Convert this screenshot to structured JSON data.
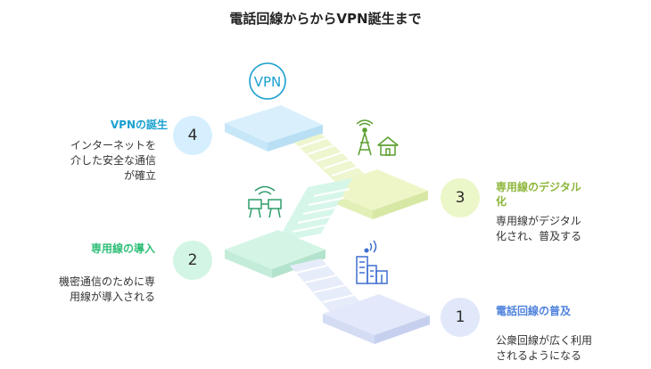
{
  "title": "電話回線からからVPN誕生まで",
  "colors": {
    "step1": "#4f83dc",
    "step2": "#2fbf78",
    "step3": "#8db63a",
    "step4": "#1aa0d0"
  },
  "icons": {
    "step1": "city-buildings-signal-icon",
    "step2": "connected-computers-icon",
    "step3": "antenna-tower-home-icon",
    "step4": "vpn-badge-icon"
  },
  "vpn_badge": "VPN",
  "steps": [
    {
      "number": "1",
      "title": "電話回線の普及",
      "desc": "公衆回線が広く利用\nされるようになる"
    },
    {
      "number": "2",
      "title": "専用線の導入",
      "desc": "機密通信のために専\n用線が導入される"
    },
    {
      "number": "3",
      "title": "専用線のデジタル\n化",
      "desc": "専用線がデジタル\n化され、普及する"
    },
    {
      "number": "4",
      "title": "VPNの誕生",
      "desc": "インターネットを\n介した安全な通信\nが確立"
    }
  ]
}
